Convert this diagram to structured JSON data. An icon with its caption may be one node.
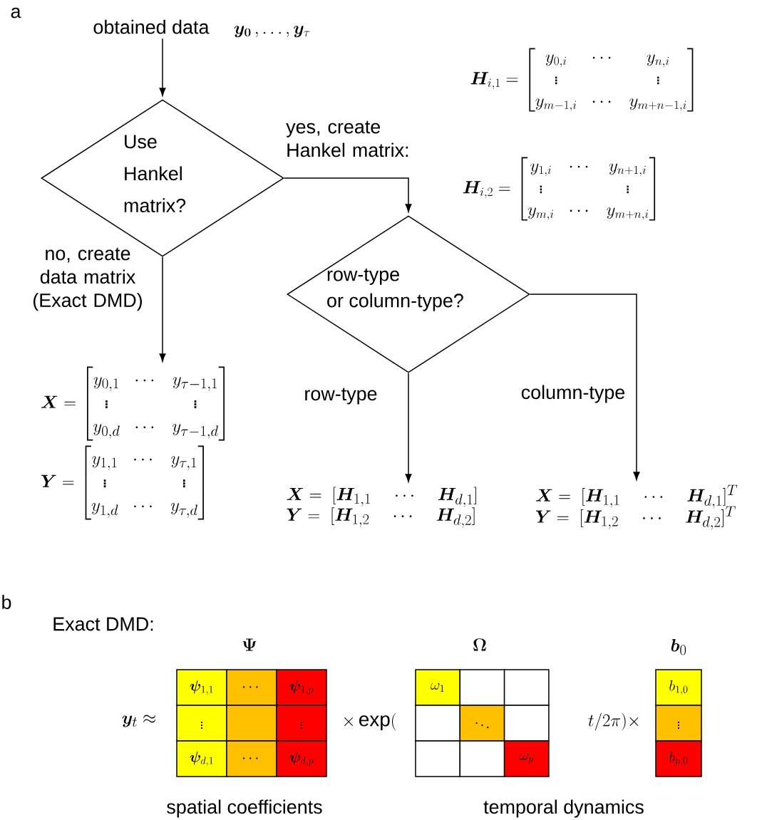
{
  "diagram": {
    "nodes": [
      {
        "text": [
          "obtained data",
          "\\bm{y}_{\\bm{0}}\\,, \\dots, \\bm{y}_\\tau"
        ]
      },
      {
        "text": [
          "Use Hankel matrix?"
        ]
      },
      {
        "text": [
          "row-type",
          "or column-type?"
        ]
      },
      {
        "text": [
          "\\bm{X} = \\begin{bmatrix} y_{0,1} & \\cdots & y_{\\tau-1,1} \\\\ \\vdots & & \\vdots \\\\ y_{0,d} & \\cdots & y_{\\tau-1,d} \\end{bmatrix}",
          "\\bm{Y} = \\begin{bmatrix} y_{1,1} & \\cdots & y_{\\tau,1} \\\\ \\vdots & & \\vdots \\\\ y_{1,d} & \\cdots & y_{\\tau,d} \\end{bmatrix}"
        ]
      },
      {
        "text": [
          "\\bm{X} = \\;[\\bm{H}_{1,1} \\quad \\cdots \\quad \\bm{H}_{d,1}]",
          "\\bm{Y} = \\;[\\bm{H}_{1,2} \\quad \\cdots \\quad \\bm{H}_{d,2}]"
        ]
      },
      {
        "text": [
          "\\bm{X} = \\;[\\bm{H}_{1,1} \\quad \\cdots \\quad \\bm{H}_{d,1}]^T",
          "\\bm{Y} = \\;[\\bm{H}_{1,2} \\quad \\cdots \\quad \\bm{H}_{d,2}]^T"
        ]
      },
      {
        "text": [
          "\\bm{\\psi}_{1,1}"
        ]
      },
      {
        "text": [
          "\\cdots"
        ]
      },
      {
        "text": [
          "\\bm{\\psi}_{1,p}"
        ]
      },
      {
        "text": [
          "\\vdots"
        ]
      },
      {
        "text": [],
        "shape": "box"
      },
      {
        "text": [
          "\\vdots"
        ]
      },
      {
        "text": [
          "\\bm{\\psi}_{d,1}"
        ]
      },
      {
        "text": [
          "\\cdots"
        ]
      },
      {
        "text": [
          "\\bm{\\psi}_{d,p}"
        ]
      },
      {
        "text": [
          "\\omega_1"
        ]
      },
      {
        "text": [],
        "shape": "box"
      },
      {
        "text": [],
        "shape": "box"
      },
      {
        "text": [],
        "shape": "box"
      },
      {
        "text": [
          "\\ddots"
        ]
      },
      {
        "text": [],
        "shape": "box"
      },
      {
        "text": [],
        "shape": "box"
      },
      {
        "text": [],
        "shape": "box"
      },
      {
        "text": [
          "\\omega_p"
        ]
      },
      {
        "text": [
          "b_{1,0}"
        ]
      },
      {
        "text": [
          "\\vdots"
        ]
      },
      {
        "text": [
          "b_{p,0}"
        ]
      }
    ],
    "edges": [
      {
        "from": 0,
        "to": 1,
        "arrow": "to"
      },
      {
        "from": 1,
        "to": 2,
        "arrow": "to",
        "label": "yes, create Hankel matrix:"
      },
      {
        "from": 1,
        "to": 3,
        "arrow": "to",
        "label": "no, create data matrix (Exact DMD)"
      },
      {
        "from": 2,
        "to": 4,
        "arrow": "to",
        "label": "row-type"
      },
      {
        "from": 2,
        "to": 5,
        "arrow": "to",
        "label": "column-type"
      }
    ],
    "labels": [
      "a",
      "\\bm{H}_{i,1} = \\begin{bmatrix} y_{0,i} & \\cdots & y_{n,i} \\\\ \\vdots & & \\vdots \\\\ y_{m-1,i} & \\cdots & y_{m+n-1,i} \\end{bmatrix}",
      "\\bm{H}_{i,2} = \\begin{bmatrix} y_{1,i} & \\cdots & y_{n+1,i} \\\\ \\vdots & & \\vdots \\\\ y_{m,i} & \\cdots & y_{m+n,i} \\end{bmatrix}",
      "b",
      "Exact DMD:",
      "\\bm{y}_t \\approx",
      "\\boldsymbol{\\Psi}",
      "\\times \\exp(",
      "\\boldsymbol{\\Omega}",
      "t/2\\pi) \\times",
      "\\bm{b}_0",
      "spatial coefficients",
      "temporal dynamics"
    ]
  }
}
